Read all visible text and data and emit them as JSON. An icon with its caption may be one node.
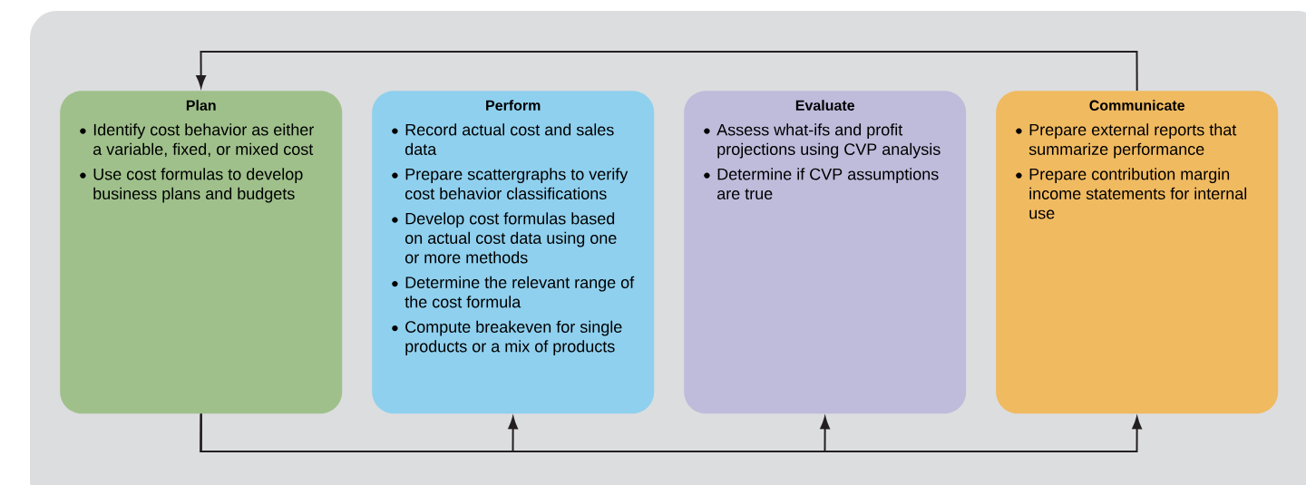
{
  "diagram": {
    "nodes": [
      {
        "text": [
          "Plan",
          "Identify cost behavior as either a variable, fixed, or mixed cost",
          "Use cost formulas to develop business plans and budgets"
        ]
      },
      {
        "text": [
          "Perform",
          "Record actual cost and sales data",
          "Prepare scattergraphs to verify cost behavior classifications",
          "Develop cost formulas based on actual cost data using one or more methods",
          "Determine the relevant range of the cost formula",
          "Compute breakeven for single products or a mix of products"
        ]
      },
      {
        "text": [
          "Evaluate",
          "Assess what-ifs and profit projections using CVP analysis",
          "Determine if CVP assumptions are true"
        ]
      },
      {
        "text": [
          "Communicate",
          "Prepare external reports that summarize performance",
          "Prepare contribution margin income statements for internal use"
        ]
      }
    ],
    "edges": [
      {
        "from": 3,
        "to": 0,
        "arrow": "to"
      },
      {
        "from": 0,
        "to": 1,
        "arrow": "to"
      },
      {
        "from": 0,
        "to": 2,
        "arrow": "to"
      },
      {
        "from": 0,
        "to": 3,
        "arrow": "to"
      }
    ]
  }
}
